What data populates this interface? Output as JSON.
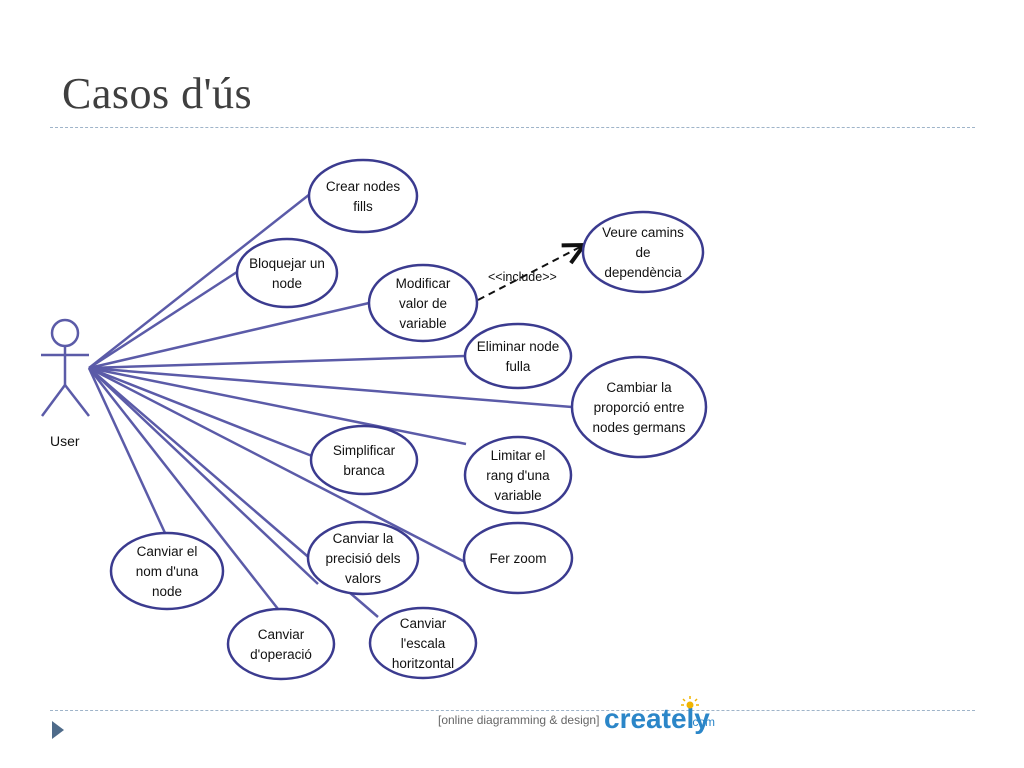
{
  "slide": {
    "title": "Casos d'ús"
  },
  "diagram": {
    "actor": {
      "name": "User"
    },
    "use_cases": [
      {
        "id": "crear",
        "lines": [
          "Crear nodes",
          "fills"
        ]
      },
      {
        "id": "bloquejar",
        "lines": [
          "Bloquejar un",
          "node"
        ]
      },
      {
        "id": "modificar",
        "lines": [
          "Modificar",
          "valor de",
          "variable"
        ]
      },
      {
        "id": "veure",
        "lines": [
          "Veure camins",
          "de",
          "dependència"
        ]
      },
      {
        "id": "eliminar",
        "lines": [
          "Eliminar node",
          "fulla"
        ]
      },
      {
        "id": "cambiar",
        "lines": [
          "Cambiar la",
          "proporció entre",
          "nodes germans"
        ]
      },
      {
        "id": "simplificar",
        "lines": [
          "Simplificar",
          "branca"
        ]
      },
      {
        "id": "limitar",
        "lines": [
          "Limitar el",
          "rang d'una",
          "variable"
        ]
      },
      {
        "id": "zoom",
        "lines": [
          "Fer zoom"
        ]
      },
      {
        "id": "canviar-nom",
        "lines": [
          "Canviar el",
          "nom d'una",
          "node"
        ]
      },
      {
        "id": "precisio",
        "lines": [
          "Canviar la",
          "precisió dels",
          "valors"
        ]
      },
      {
        "id": "operacio",
        "lines": [
          "Canviar",
          "d'operació"
        ]
      },
      {
        "id": "escala",
        "lines": [
          "Canviar",
          "l'escala",
          "horitzontal"
        ]
      }
    ],
    "include": {
      "from": "modificar",
      "to": "veure",
      "label": "<<include>>"
    },
    "associations": [
      "crear",
      "bloquejar",
      "modificar",
      "eliminar",
      "cambiar",
      "simplificar",
      "limitar",
      "zoom",
      "canviar-nom",
      "precisio",
      "operacio",
      "escala"
    ]
  },
  "watermark": {
    "caption": "[online diagramming & design]",
    "brand": "creately",
    "suffix": ".com"
  },
  "colors": {
    "line": "#5b5ba8",
    "ellipse_stroke": "#3b3b8f",
    "rule": "#9fb4c9",
    "bullet": "#4f6b8a",
    "brand": "#2b86c8"
  }
}
